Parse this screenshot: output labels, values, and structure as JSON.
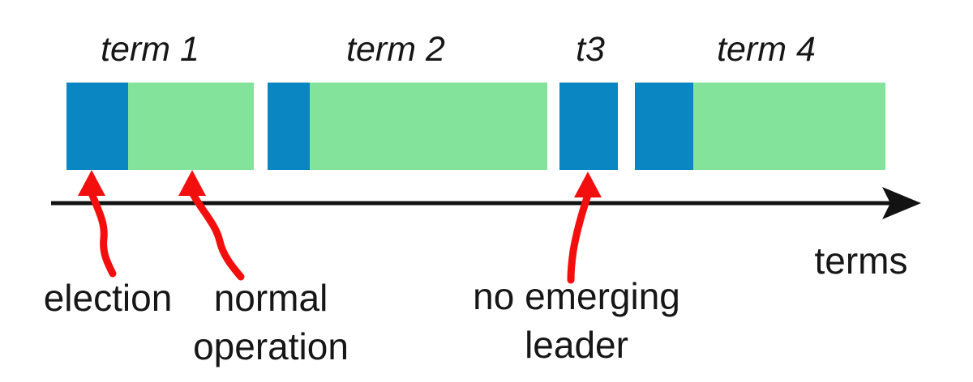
{
  "colors": {
    "election_blue": "#0a86c2",
    "normal_green": "#83e39b",
    "arrow_red": "#f40f0f",
    "axis_black": "#121212"
  },
  "timeline": {
    "axis_label": "terms",
    "terms": [
      {
        "label": "term 1",
        "phases": [
          "election",
          "normal operation"
        ]
      },
      {
        "label": "term 2",
        "phases": [
          "election",
          "normal operation"
        ]
      },
      {
        "label": "t3",
        "phases": [
          "no emerging leader"
        ]
      },
      {
        "label": "term 4",
        "phases": [
          "election",
          "normal operation"
        ]
      }
    ]
  },
  "annotations": {
    "election": "election",
    "normal_operation": "normal\noperation",
    "no_emerging_leader": "no emerging\nleader"
  }
}
